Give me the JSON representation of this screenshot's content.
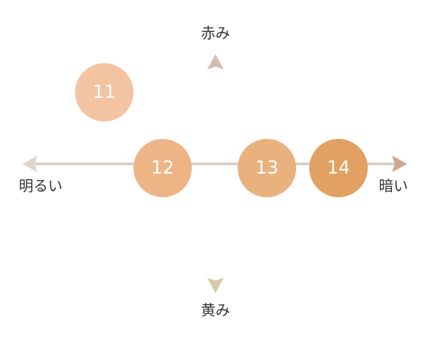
{
  "axes": {
    "top_label": "赤み",
    "bottom_label": "黄み",
    "left_label": "明るい",
    "right_label": "暗い"
  },
  "swatches": [
    {
      "number": "11",
      "color": "#F3C3A2"
    },
    {
      "number": "12",
      "color": "#EDB585"
    },
    {
      "number": "13",
      "color": "#E8B17E"
    },
    {
      "number": "14",
      "color": "#E2A063"
    }
  ],
  "colors": {
    "horizontal_axis": "#D9CFC5",
    "vertical_axis": "#E2CFC3",
    "right_arrowhead": "#C9A992",
    "left_arrowhead": "#DCD6CF",
    "top_arrowhead": "#D9BCB1",
    "bottom_arrowhead": "#D8C9A8",
    "label_text": "#333333"
  }
}
